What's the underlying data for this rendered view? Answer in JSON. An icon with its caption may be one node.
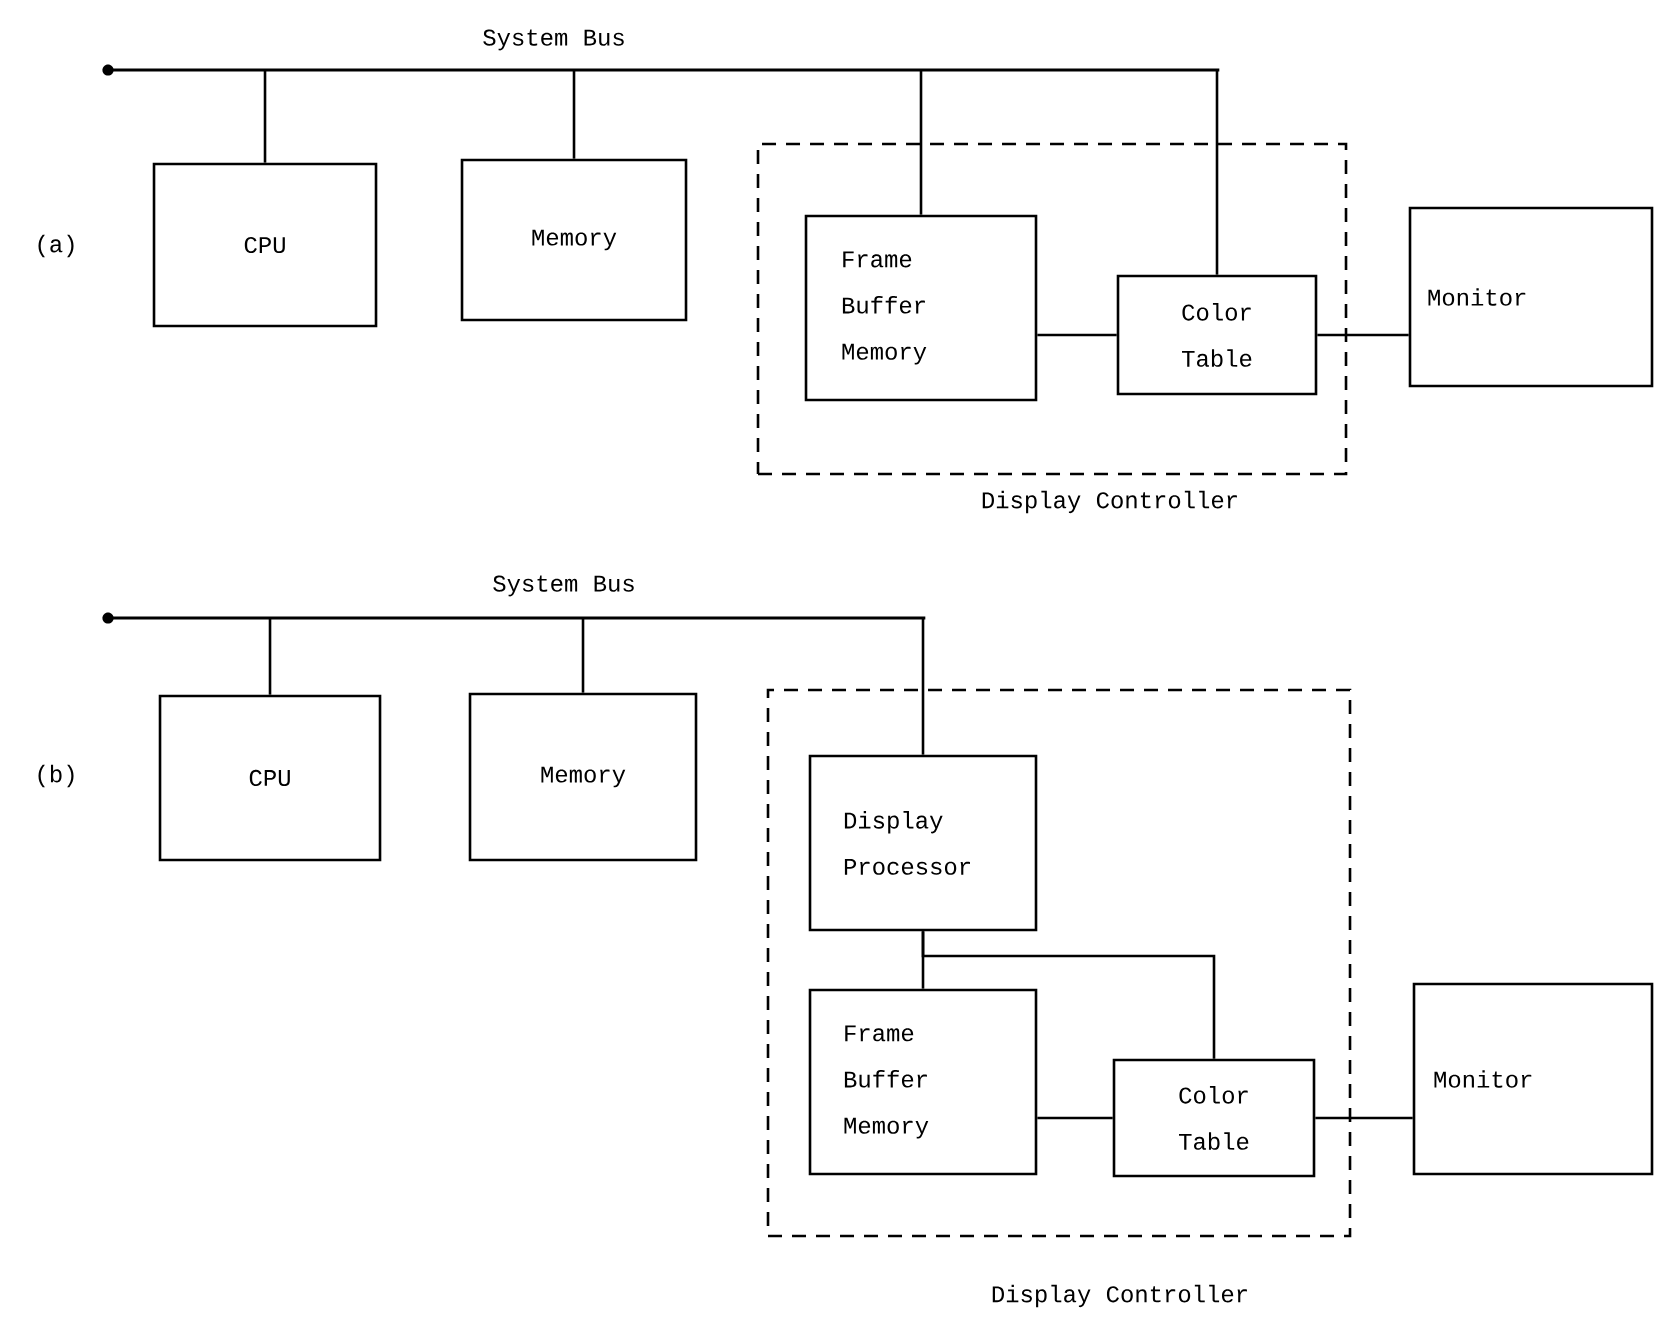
{
  "diagram": {
    "nodes": [
      {
        "text": [
          "System Bus"
        ]
      },
      {
        "text": [
          "CPU"
        ]
      },
      {
        "text": [
          "Memory"
        ]
      },
      {
        "text": [
          "Display Controller"
        ]
      },
      {
        "text": [
          "Frame Buffer Memory"
        ],
        "in": 3
      },
      {
        "text": [
          "Color Table"
        ],
        "in": 3
      },
      {
        "text": [
          "Monitor"
        ]
      },
      {
        "text": [
          "System Bus"
        ]
      },
      {
        "text": [
          "CPU"
        ]
      },
      {
        "text": [
          "Memory"
        ]
      },
      {
        "text": [
          "Display Controller"
        ]
      },
      {
        "text": [
          "Display Processor"
        ],
        "in": 10
      },
      {
        "text": [
          "Frame Buffer Memory"
        ],
        "in": 10
      },
      {
        "text": [
          "Color Table"
        ],
        "in": 10
      },
      {
        "text": [
          "Monitor"
        ]
      }
    ],
    "edges": [
      {
        "from": 0,
        "to": 1,
        "arrow": "none"
      },
      {
        "from": 0,
        "to": 2,
        "arrow": "none"
      },
      {
        "from": 0,
        "to": 4,
        "arrow": "none"
      },
      {
        "from": 0,
        "to": 5,
        "arrow": "none"
      },
      {
        "from": 4,
        "to": 5,
        "arrow": "none"
      },
      {
        "from": 5,
        "to": 6,
        "arrow": "none"
      },
      {
        "from": 7,
        "to": 8,
        "arrow": "none"
      },
      {
        "from": 7,
        "to": 9,
        "arrow": "none"
      },
      {
        "from": 7,
        "to": 11,
        "arrow": "none"
      },
      {
        "from": 11,
        "to": 12,
        "arrow": "none"
      },
      {
        "from": 11,
        "to": 13,
        "arrow": "none"
      },
      {
        "from": 12,
        "to": 13,
        "arrow": "none"
      },
      {
        "from": 13,
        "to": 14,
        "arrow": "none"
      }
    ],
    "labels": [
      "(a)",
      "(b)"
    ]
  }
}
